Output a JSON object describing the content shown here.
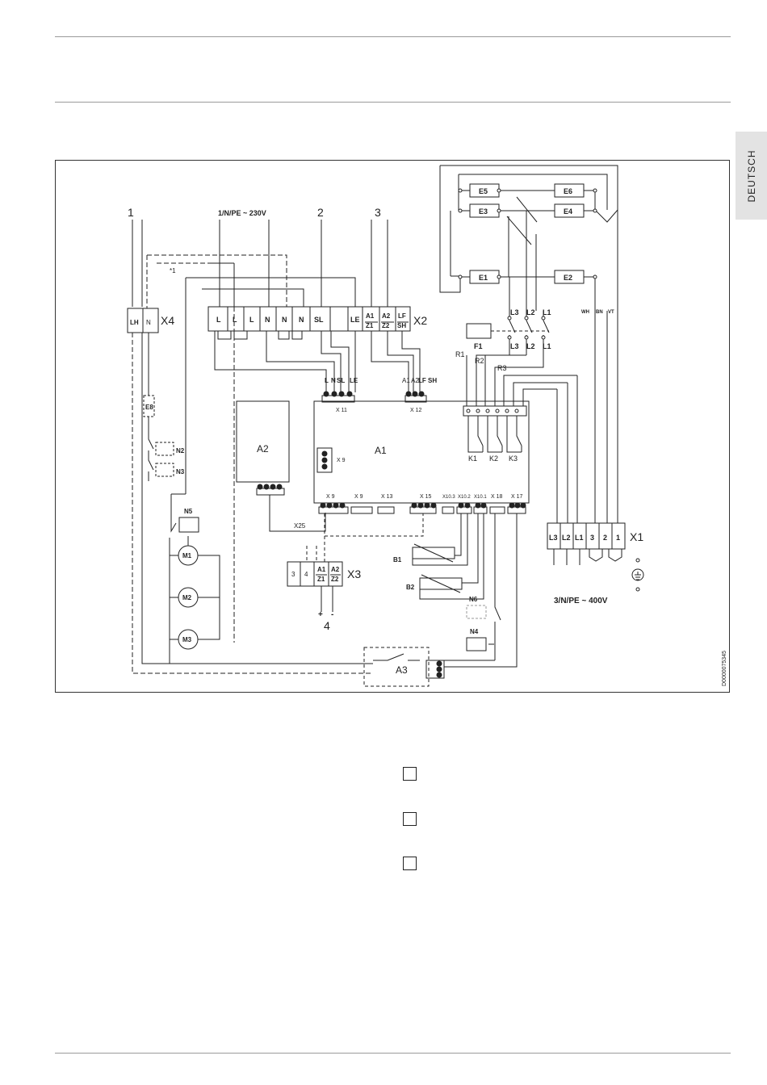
{
  "side_tab": {
    "label": "DEUTSCH"
  },
  "labels": {
    "n1": "1",
    "n2": "2",
    "n3": "3",
    "n4": "4",
    "supply_230": "1/N/PE ~ 230V",
    "supply_400": "3/N/PE ~ 400V",
    "star1": "*1",
    "doc_id": "D0000075345"
  },
  "terminals": {
    "x4": {
      "name": "X4",
      "cells": [
        "LH",
        "N"
      ]
    },
    "x2": {
      "name": "X2",
      "cells": [
        "L",
        "L",
        "L",
        "N",
        "N",
        "N",
        "SL",
        "",
        "LE"
      ],
      "dual": [
        [
          "A1",
          "Z1"
        ],
        [
          "A2",
          "Z2"
        ],
        [
          "LF",
          "SH"
        ]
      ]
    },
    "x1": {
      "name": "X1",
      "cells": [
        "L3",
        "L2",
        "L1",
        "3",
        "2",
        "1"
      ]
    },
    "x3": {
      "name": "X3",
      "cells": [
        "3",
        "4"
      ],
      "dual": [
        [
          "A1",
          "Z1"
        ],
        [
          "A2",
          "Z2"
        ]
      ]
    },
    "x3_polarity": [
      "+",
      "-"
    ]
  },
  "heaters": [
    "E5",
    "E6",
    "E3",
    "E4",
    "E1",
    "E2"
  ],
  "cable_colors": [
    "WH",
    "BN",
    "VT"
  ],
  "thermostat": {
    "name": "F1",
    "top": [
      "L3",
      "L2",
      "L1"
    ],
    "bottom": [
      "L3",
      "L2",
      "L1"
    ]
  },
  "relay_wires": [
    "R1",
    "R2",
    "R3"
  ],
  "contactors": [
    "K1",
    "K2",
    "K3"
  ],
  "x11": {
    "name": "X 11",
    "pins": [
      "L",
      "N",
      "SL",
      "LE"
    ]
  },
  "x12": {
    "name": "X 12",
    "pins": [
      "A1",
      "A2",
      "LF",
      "SH"
    ]
  },
  "modules": {
    "a1": "A1",
    "a2": "A2",
    "a3": "A3",
    "e8": "E8"
  },
  "a1_connectors": [
    "X 9",
    "X 9",
    "X 13",
    "X 15",
    "X10.3",
    "X10.2",
    "X10.1",
    "X 18",
    "X 17"
  ],
  "a1_x9_side": "X 9",
  "x25": "X25",
  "sensors": [
    "B1",
    "B2"
  ],
  "limiters": [
    "N2",
    "N3",
    "N5",
    "N6",
    "N4"
  ],
  "motors": [
    "M1",
    "M2",
    "M3"
  ]
}
